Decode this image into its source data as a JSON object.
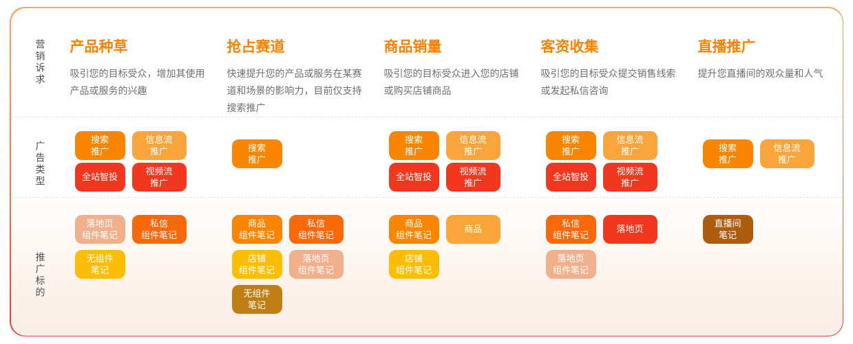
{
  "rows": {
    "appeal": "营销诉求",
    "ad_type": "广告类型",
    "target": "推广标的"
  },
  "palette": {
    "orange": "#FA8600",
    "amber": "#F9A53C",
    "red": "#F2371F",
    "deep_orange": "#FA680C",
    "salmon": "#F1B08C",
    "gold": "#FBBE05",
    "dark_gold": "#BE7E14",
    "brown": "#AD5C10",
    "header": "#FA8200",
    "card_border_top": "#F9A55E",
    "card_border_bottom": "#E73F2D"
  },
  "columns": [
    {
      "title": "产品种草",
      "description": "吸引您的目标受众，增加其使用产品或服务的兴趣",
      "ad_types": [
        {
          "label": "搜索\n推广",
          "color": "orange"
        },
        {
          "label": "信息流\n推广",
          "color": "amber"
        },
        {
          "label": "全站智投",
          "color": "red"
        },
        {
          "label": "视频流\n推广",
          "color": "red"
        }
      ],
      "targets": [
        {
          "label": "落地页\n组件笔记",
          "color": "salmon"
        },
        {
          "label": "私信\n组件笔记",
          "color": "deep_orange"
        },
        {
          "label": "无组件\n笔记",
          "color": "gold"
        }
      ]
    },
    {
      "title": "抢占赛道",
      "description": "快速提升您的产品或服务在某赛道和场景的影响力，目前仅支持搜索推广",
      "ad_types": [
        {
          "label": "搜索\n推广",
          "color": "orange"
        }
      ],
      "targets": [
        {
          "label": "商品\n组件笔记",
          "color": "orange"
        },
        {
          "label": "私信\n组件笔记",
          "color": "deep_orange"
        },
        {
          "label": "店铺\n组件笔记",
          "color": "gold"
        },
        {
          "label": "落地页\n组件笔记",
          "color": "salmon"
        },
        {
          "label": "无组件\n笔记",
          "color": "dark_gold"
        }
      ]
    },
    {
      "title": "商品销量",
      "description": "吸引您的目标受众进入您的店铺或购买店铺商品",
      "ad_types": [
        {
          "label": "搜索\n推广",
          "color": "orange"
        },
        {
          "label": "信息流\n推广",
          "color": "amber"
        },
        {
          "label": "全站智投",
          "color": "red"
        },
        {
          "label": "视频流\n推广",
          "color": "red"
        }
      ],
      "targets": [
        {
          "label": "商品\n组件笔记",
          "color": "orange"
        },
        {
          "label": "商品",
          "color": "amber"
        },
        {
          "label": "店铺\n组件笔记",
          "color": "gold"
        }
      ]
    },
    {
      "title": "客资收集",
      "description": "吸引您的目标受众提交销售线索或发起私信咨询",
      "ad_types": [
        {
          "label": "搜索\n推广",
          "color": "orange"
        },
        {
          "label": "信息流\n推广",
          "color": "amber"
        },
        {
          "label": "全站智投",
          "color": "red"
        },
        {
          "label": "视频流\n推广",
          "color": "red"
        }
      ],
      "targets": [
        {
          "label": "私信\n组件笔记",
          "color": "deep_orange"
        },
        {
          "label": "落地页",
          "color": "red"
        },
        {
          "label": "落地页\n组件笔记",
          "color": "salmon"
        }
      ]
    },
    {
      "title": "直播推广",
      "description": "提升您直播间的观众量和人气",
      "ad_types": [
        {
          "label": "搜索\n推广",
          "color": "orange"
        },
        {
          "label": "信息流\n推广",
          "color": "amber"
        }
      ],
      "targets": [
        {
          "label": "直播间\n笔记",
          "color": "brown"
        }
      ]
    }
  ]
}
